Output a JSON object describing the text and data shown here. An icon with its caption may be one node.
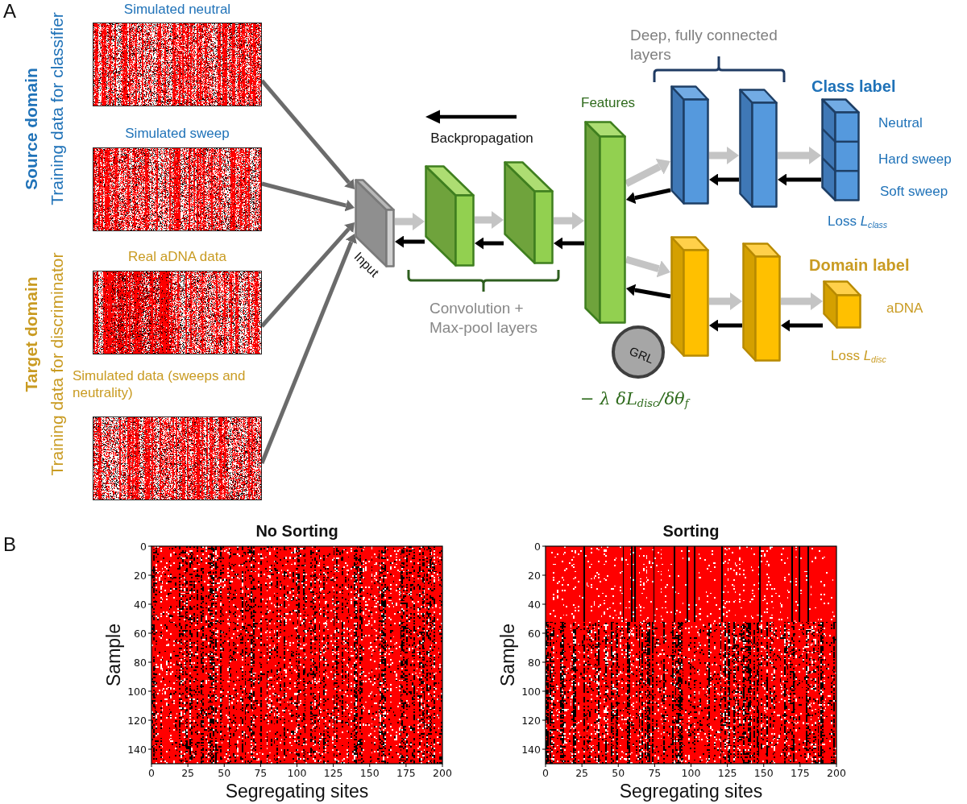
{
  "diagram": {
    "nodes": [
      {
        "text": [
          "Simulated neutral"
        ]
      },
      {
        "text": [
          "Simulated sweep"
        ]
      },
      {
        "text": [
          "Real aDNA data"
        ]
      },
      {
        "text": [
          "Simulated data (sweeps and neutrality)"
        ]
      },
      {
        "text": [
          "Input"
        ]
      },
      {
        "text": [],
        "shape": "box"
      },
      {
        "text": [],
        "shape": "box"
      },
      {
        "text": [
          "Features"
        ]
      },
      {
        "text": [],
        "shape": "box"
      },
      {
        "text": [],
        "shape": "box"
      },
      {
        "text": [
          "Class label",
          "Neutral",
          "Hard sweep",
          "Soft sweep"
        ],
        "beside": [
          "Loss *L*$_{class}$"
        ]
      },
      {
        "text": [],
        "shape": "box"
      },
      {
        "text": [],
        "shape": "box"
      },
      {
        "text": [
          "Domain label",
          "aDNA"
        ],
        "beside": [
          "Loss *L*$_{disc}$"
        ]
      },
      {
        "text": [
          "GRL"
        ],
        "beside": [
          "− λ δL$_{disc}$/δθ$_{f}$"
        ]
      }
    ],
    "edges": [
      {
        "from": 0,
        "to": 4,
        "arrow": "to",
        "color": "#6b6b6b"
      },
      {
        "from": 1,
        "to": 4,
        "arrow": "to",
        "color": "#6b6b6b"
      },
      {
        "from": 2,
        "to": 4,
        "arrow": "to",
        "color": "#6b6b6b"
      },
      {
        "from": 3,
        "to": 4,
        "arrow": "to",
        "color": "#6b6b6b"
      },
      {
        "from": 4,
        "to": 5,
        "arrow": "to",
        "style": "thick",
        "color": "#c4c4c4"
      },
      {
        "from": 5,
        "to": 4,
        "arrow": "to",
        "color": "#000000"
      },
      {
        "from": 5,
        "to": 6,
        "arrow": "to",
        "style": "thick",
        "color": "#c4c4c4"
      },
      {
        "from": 6,
        "to": 5,
        "arrow": "to",
        "color": "#000000"
      },
      {
        "from": 6,
        "to": 7,
        "arrow": "to",
        "style": "thick",
        "color": "#c4c4c4"
      },
      {
        "from": 7,
        "to": 6,
        "arrow": "to",
        "color": "#000000"
      },
      {
        "from": 7,
        "to": 8,
        "arrow": "to",
        "style": "thick",
        "color": "#c4c4c4"
      },
      {
        "from": 8,
        "to": 7,
        "arrow": "to",
        "color": "#000000"
      },
      {
        "from": 8,
        "to": 9,
        "arrow": "to",
        "style": "thick",
        "color": "#c4c4c4"
      },
      {
        "from": 9,
        "to": 8,
        "arrow": "to",
        "color": "#000000"
      },
      {
        "from": 9,
        "to": 10,
        "arrow": "to",
        "style": "thick",
        "color": "#c4c4c4"
      },
      {
        "from": 10,
        "to": 9,
        "arrow": "to",
        "color": "#000000"
      },
      {
        "from": 7,
        "to": 11,
        "arrow": "to",
        "style": "thick",
        "color": "#c4c4c4"
      },
      {
        "from": 11,
        "to": 7,
        "arrow": "to",
        "color": "#000000"
      },
      {
        "from": 11,
        "to": 12,
        "arrow": "to",
        "style": "thick",
        "color": "#c4c4c4"
      },
      {
        "from": 12,
        "to": 11,
        "arrow": "to",
        "color": "#000000"
      },
      {
        "from": 12,
        "to": 13,
        "arrow": "to",
        "style": "thick",
        "color": "#c4c4c4"
      },
      {
        "from": 13,
        "to": 12,
        "arrow": "to",
        "color": "#000000"
      }
    ],
    "labels": [
      "A",
      "Deep, fully connected layers",
      "Backpropagation",
      "Source domain",
      "Training data for classifier",
      "Convolution + Max-pool layers",
      "Target domain",
      "Training data for discriminator",
      "B",
      "No Sorting",
      "0",
      "20",
      "40",
      "60",
      "80",
      "100",
      "120",
      "140",
      "Sample",
      "0",
      "25",
      "50",
      "75",
      "100",
      "125",
      "150",
      "175",
      "200",
      "Segregating sites",
      "Sorting",
      "0",
      "20",
      "40",
      "60",
      "80",
      "100",
      "120",
      "140",
      "Sample",
      "0",
      "25",
      "50",
      "75",
      "100",
      "125",
      "150",
      "175",
      "200",
      "Segregating sites"
    ]
  }
}
